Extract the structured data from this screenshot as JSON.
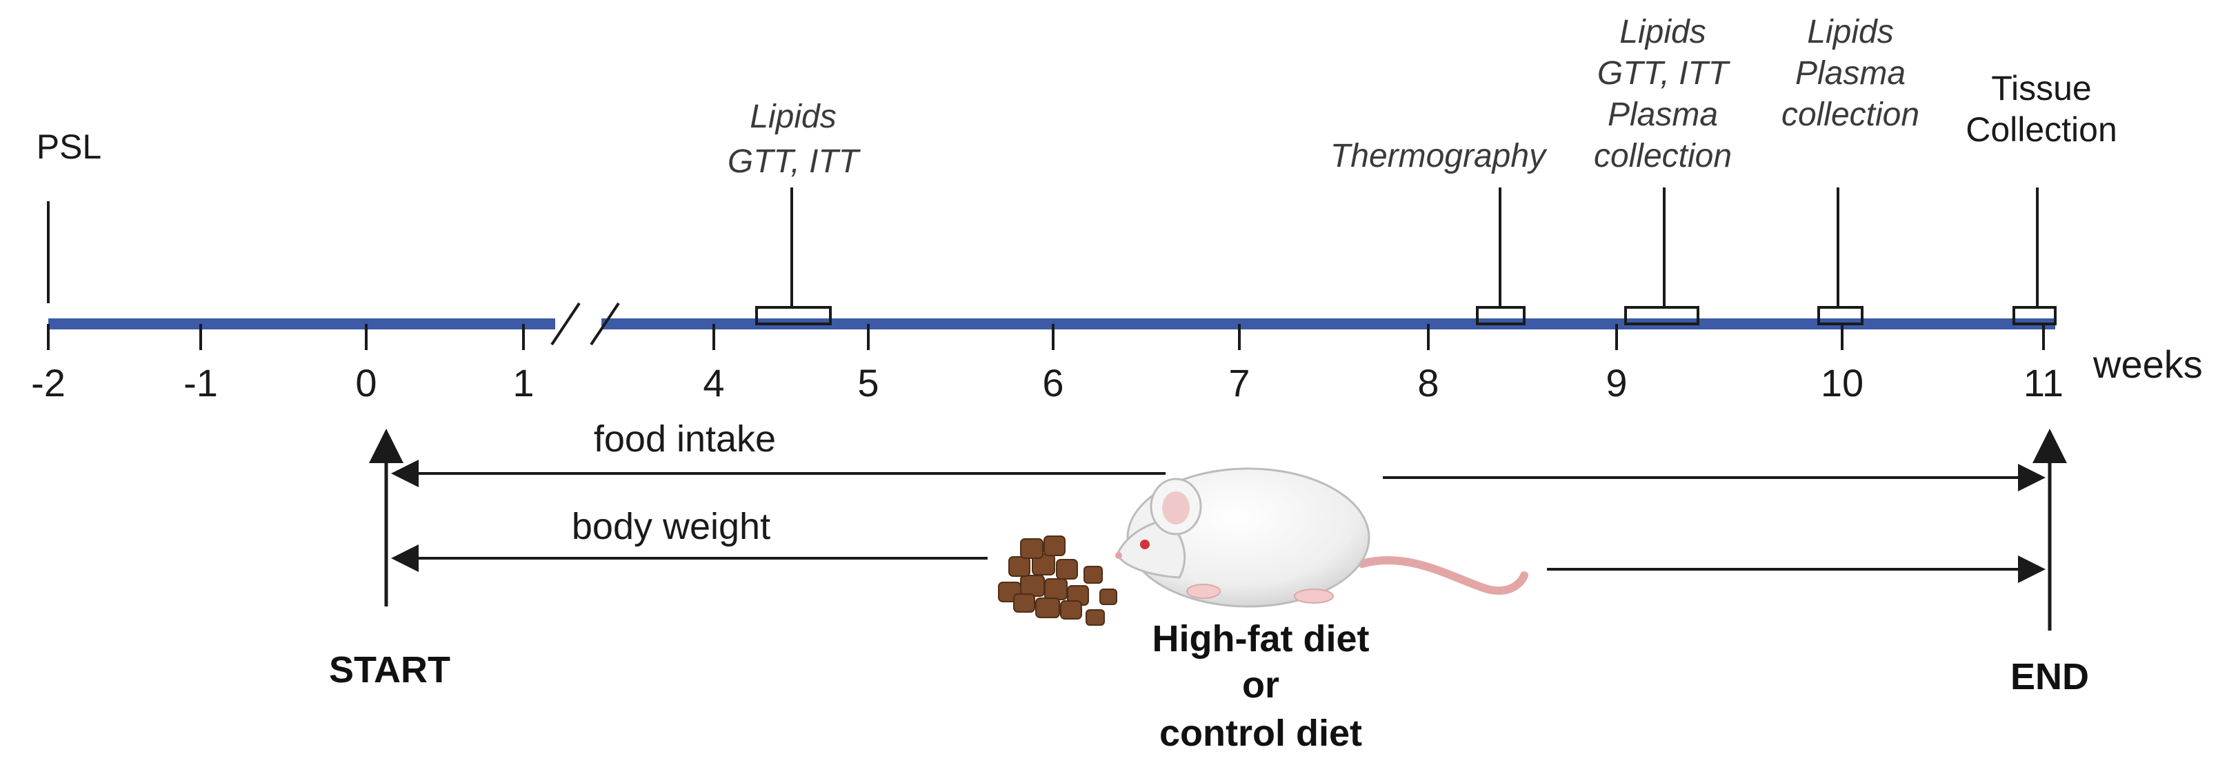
{
  "timeline": {
    "unit_label": "weeks",
    "axis_color": "#3d5aa6",
    "ticks": [
      "-2",
      "-1",
      "0",
      "1",
      "4",
      "5",
      "6",
      "7",
      "8",
      "9",
      "10",
      "11"
    ]
  },
  "events": [
    {
      "id": "psl",
      "lines": [
        "PSL"
      ],
      "style": "plain"
    },
    {
      "id": "lipids-gtt-itt",
      "lines": [
        "Lipids",
        "GTT, ITT"
      ],
      "style": "italic"
    },
    {
      "id": "thermography",
      "lines": [
        "Thermography"
      ],
      "style": "italic"
    },
    {
      "id": "lipids-gtt-itt-plasma",
      "lines": [
        "Lipids",
        "GTT, ITT",
        "Plasma",
        "collection"
      ],
      "style": "italic"
    },
    {
      "id": "lipids-plasma",
      "lines": [
        "Lipids",
        "Plasma",
        "collection"
      ],
      "style": "italic"
    },
    {
      "id": "tissue-collection",
      "lines": [
        "Tissue",
        "Collection"
      ],
      "style": "plain"
    }
  ],
  "measurements": {
    "food_intake": "food intake",
    "body_weight": "body weight"
  },
  "markers": {
    "start": "START",
    "end": "END"
  },
  "diet": {
    "line1": "High-fat diet",
    "line2": "or",
    "line3": "control diet"
  }
}
